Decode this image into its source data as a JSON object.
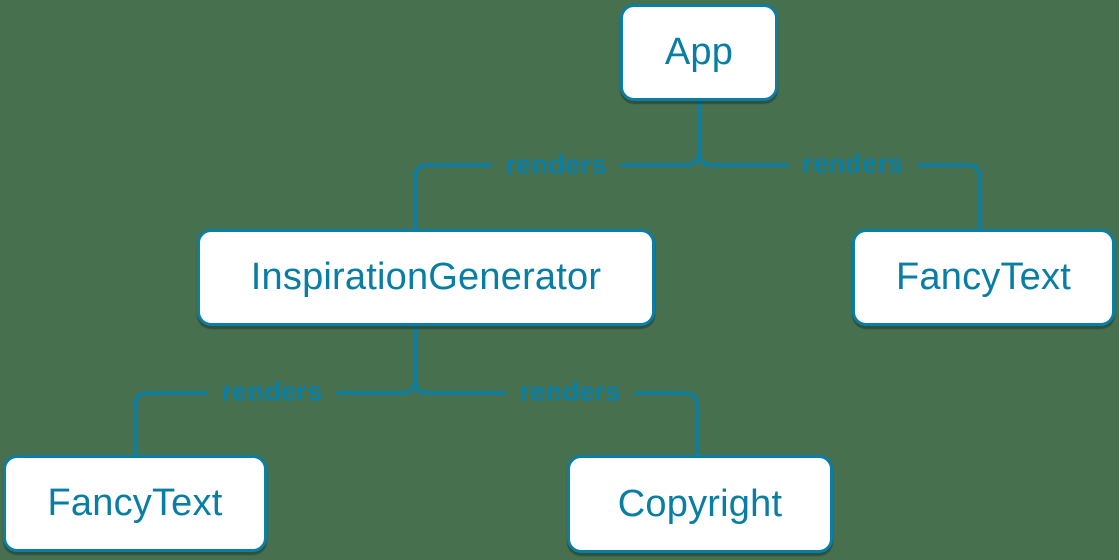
{
  "diagram_type": "component-render-tree",
  "colors": {
    "background": "#47704e",
    "accent": "#0a7ea4",
    "node_background": "#ffffff",
    "node_text": "#087ea4"
  },
  "tree": {
    "root": "App",
    "nodes": [
      {
        "id": "app",
        "label": "App"
      },
      {
        "id": "inspiration-generator",
        "label": "InspirationGenerator"
      },
      {
        "id": "fancy-text-top-right",
        "label": "FancyText"
      },
      {
        "id": "fancy-text-bottom-left",
        "label": "FancyText"
      },
      {
        "id": "copyright",
        "label": "Copyright"
      }
    ],
    "edges": [
      {
        "from": "App",
        "to": "InspirationGenerator",
        "label": "renders"
      },
      {
        "from": "App",
        "to": "FancyText",
        "label": "renders"
      },
      {
        "from": "InspirationGenerator",
        "to": "FancyText",
        "label": "renders"
      },
      {
        "from": "InspirationGenerator",
        "to": "Copyright",
        "label": "renders"
      }
    ]
  }
}
